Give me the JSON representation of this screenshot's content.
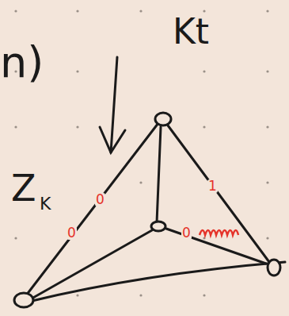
{
  "diagram": {
    "labels": [
      "n)",
      "Kt",
      "Z",
      "K",
      "0",
      "0",
      "1",
      "0"
    ]
  }
}
